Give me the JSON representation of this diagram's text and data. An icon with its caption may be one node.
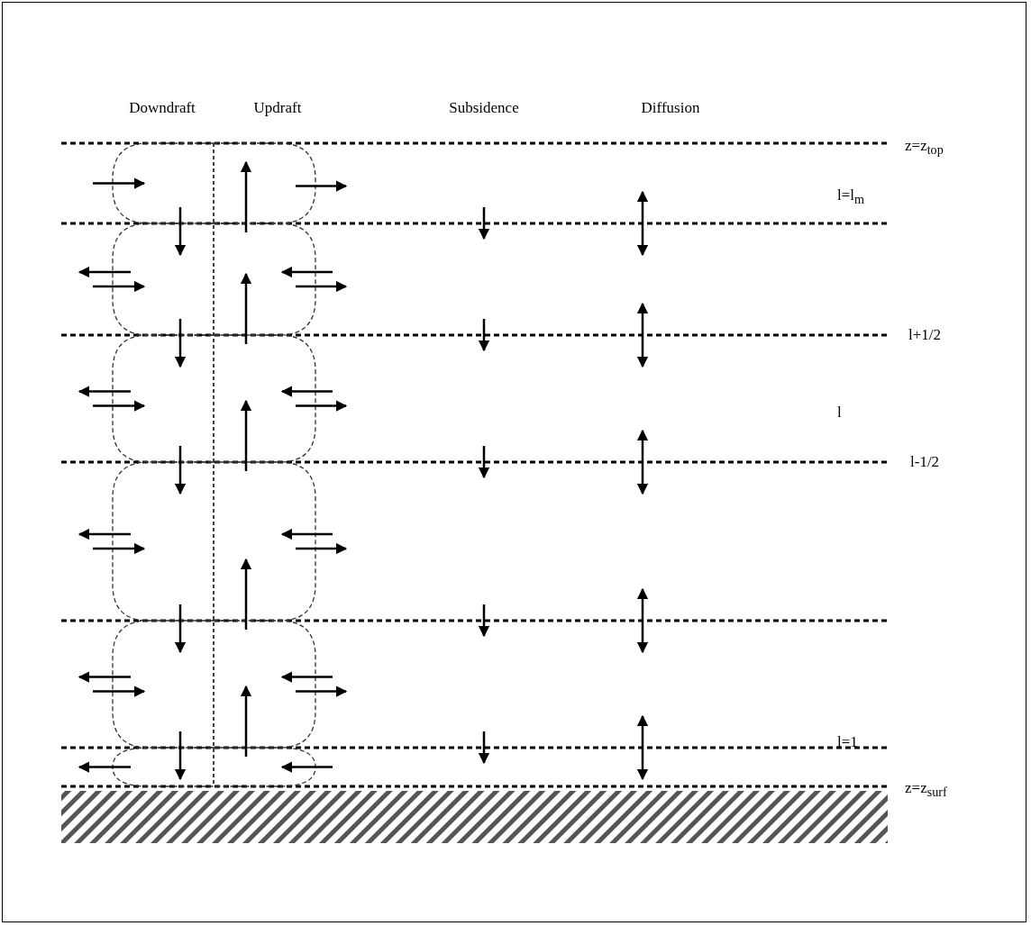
{
  "diagram": {
    "labels": [
      "Downdraft",
      "Updraft",
      "Subsidence",
      "Diffusion",
      "z=z$_{top}$",
      "l=l$_{m}$",
      "l+1/2",
      "l",
      "l-1/2",
      "l=1",
      "z=z$_{surf}$"
    ]
  }
}
